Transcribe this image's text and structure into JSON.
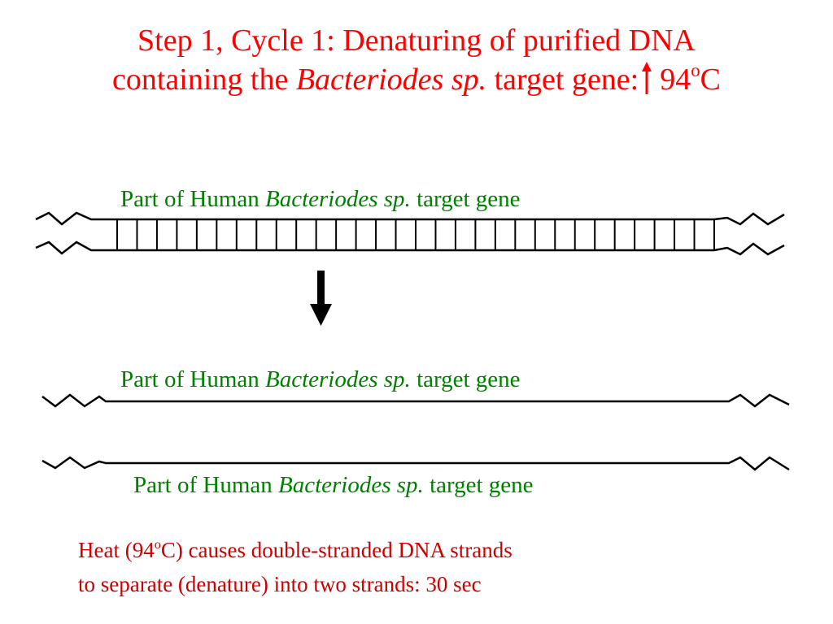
{
  "colors": {
    "title": "#ff0000",
    "label": "#008000",
    "note": "#cc0000",
    "lines": "#000000"
  },
  "title": {
    "line1": "Step 1, Cycle 1: Denaturing of purified DNA",
    "line2_pre": "containing the ",
    "line2_organism": "Bacteriodes sp.",
    "line2_post": " target gene:",
    "temp_value": "94",
    "temp_sup": "o",
    "temp_unit": "C"
  },
  "labels": {
    "prefix": "Part of Human ",
    "organism": "Bacteriodes sp.",
    "suffix": " target gene"
  },
  "note": {
    "line1_pre": "Heat (94",
    "line1_sup": "o",
    "line1_post": "C) causes double-stranded DNA strands",
    "line2": "to separate (denature) into two strands: 30 sec"
  },
  "icons": {
    "temperature_arrow": "up-arrow-icon",
    "process_arrow": "down-arrow-icon"
  }
}
